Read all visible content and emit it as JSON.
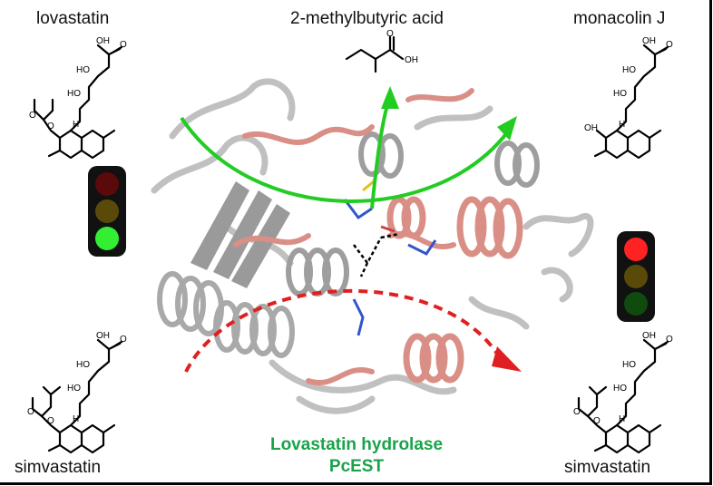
{
  "labels": {
    "top_left": "lovastatin",
    "top_center": "2-methylbutyric acid",
    "top_right": "monacolin J",
    "bottom_left": "simvastatin",
    "bottom_right": "simvastatin"
  },
  "caption": {
    "line1": "Lovastatin hydrolase",
    "line2": "PcEST"
  },
  "atoms": {
    "oh": "OH",
    "ho": "HO",
    "o": "O",
    "h": "H"
  },
  "traffic_lights": {
    "left_active": "green",
    "right_active": "red"
  },
  "colors": {
    "green_arrow": "#22cc22",
    "red_arrow": "#e02020",
    "caption": "#1aa34a",
    "protein_gray": "#b8b8b8",
    "protein_pink": "#d9948c"
  }
}
